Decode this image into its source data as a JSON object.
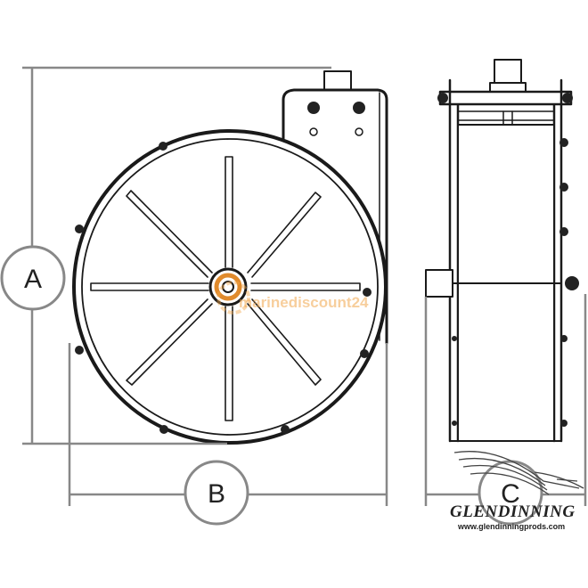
{
  "dimensions": {
    "a_label": "A",
    "b_label": "B",
    "c_label": "C"
  },
  "watermark": {
    "text": "marinediscount24"
  },
  "brand": {
    "name": "GLENDINNING",
    "url": "www.glendinningprods.com"
  }
}
